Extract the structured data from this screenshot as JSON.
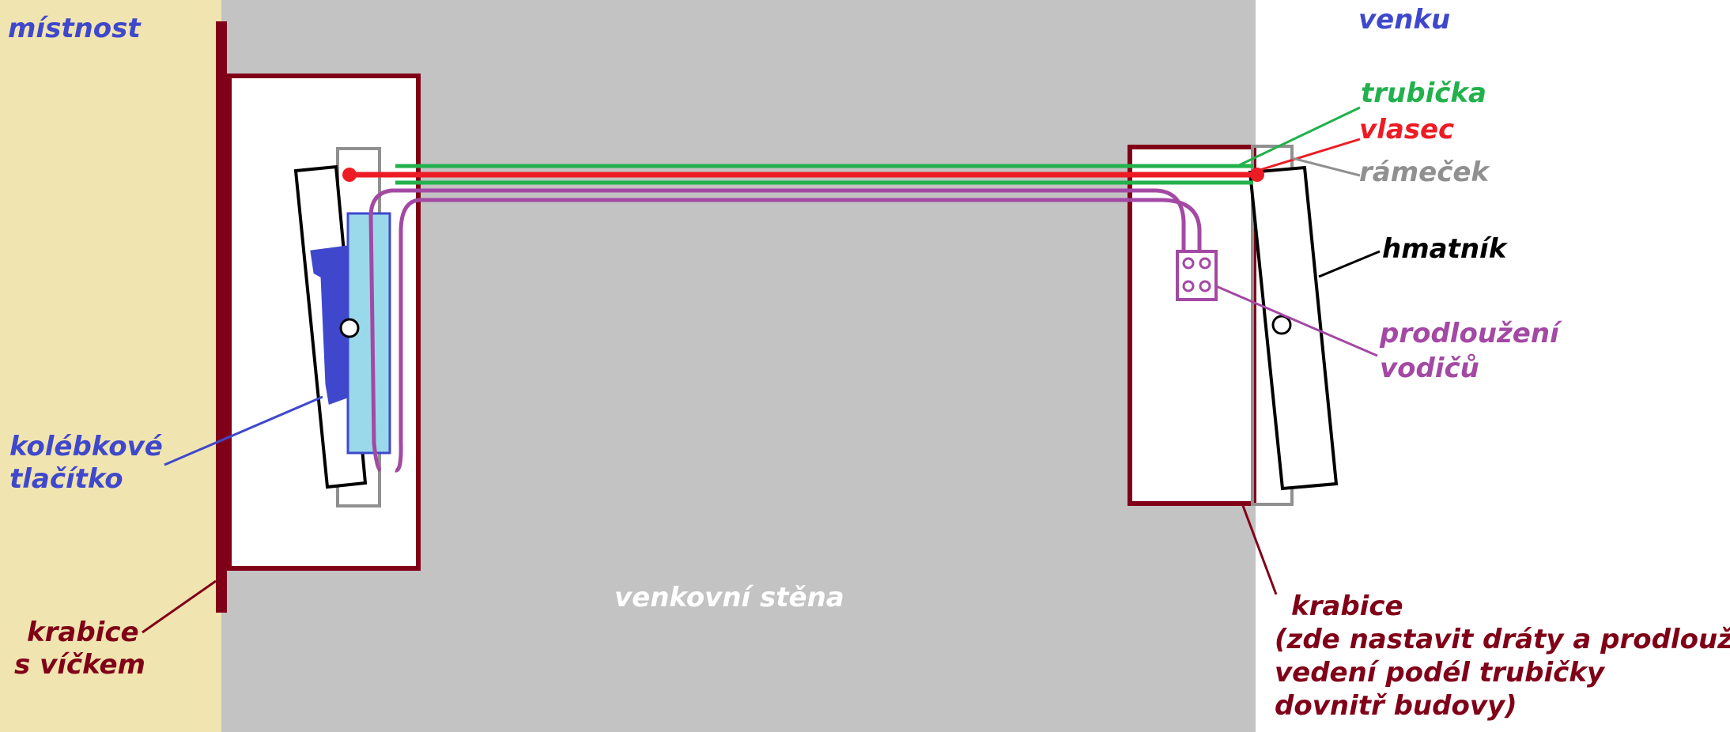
{
  "colors": {
    "room_background": "#f0e4b0",
    "wall_fill": "#c3c3c3",
    "outside_background": "#ffffff",
    "box_stroke": "#800018",
    "tube_green": "#22b14c",
    "line_red": "#ed1c24",
    "frame_gray": "#909090",
    "wire_purple": "#a349a4",
    "button_blue": "#3f48cc",
    "button_light": "#99d9ea",
    "room_text": "#3f48cc",
    "wall_text": "#ffffff",
    "box_text": "#800018"
  },
  "labels": {
    "room": "místnost",
    "outside": "venku",
    "tube": "trubička",
    "line": "vlasec",
    "frame": "rámeček",
    "feeler": "hmatník",
    "extension_1": "prodloužení",
    "extension_2": "vodičů",
    "rocker_1": "kolébkové",
    "rocker_2": "tlačítko",
    "box_lid_1": "krabice",
    "box_lid_2": "s víčkem",
    "wall": "venkovní stěna",
    "outer_box_1": "krabice",
    "outer_box_2": "(zde nastavit dráty a prodloužit",
    "outer_box_3": "vedení podél trubičky",
    "outer_box_4": "dovnitř budovy)"
  }
}
